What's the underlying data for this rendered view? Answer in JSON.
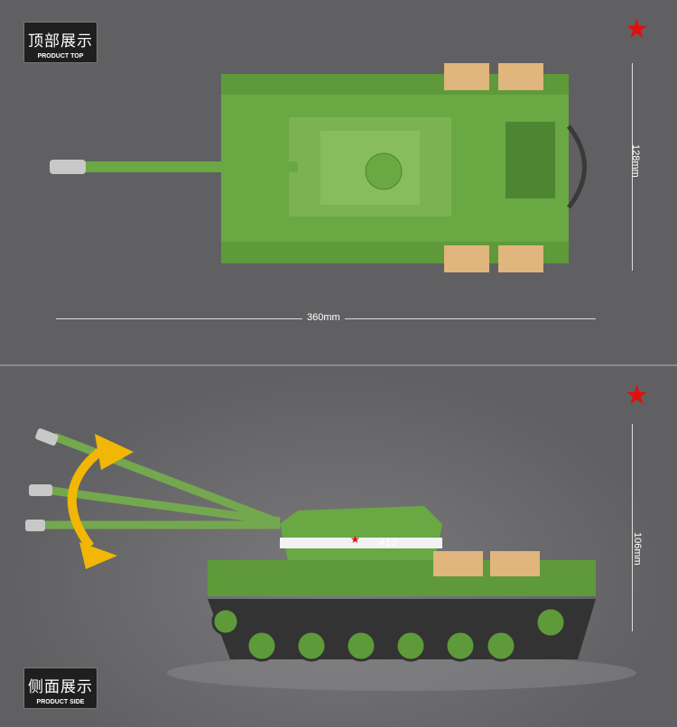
{
  "top_section": {
    "title_cn": "顶部展示",
    "title_en": "PRODUCT TOP",
    "length_label": "360mm",
    "width_label": "128mm"
  },
  "side_section": {
    "title_cn": "侧面展示",
    "title_en": "PRODUCT SIDE",
    "height_label": "106mm",
    "turret_number": "412"
  },
  "colors": {
    "tank_green": "#5e9a3a",
    "star_red": "#e01010",
    "arrow_yellow": "#f2b705"
  }
}
